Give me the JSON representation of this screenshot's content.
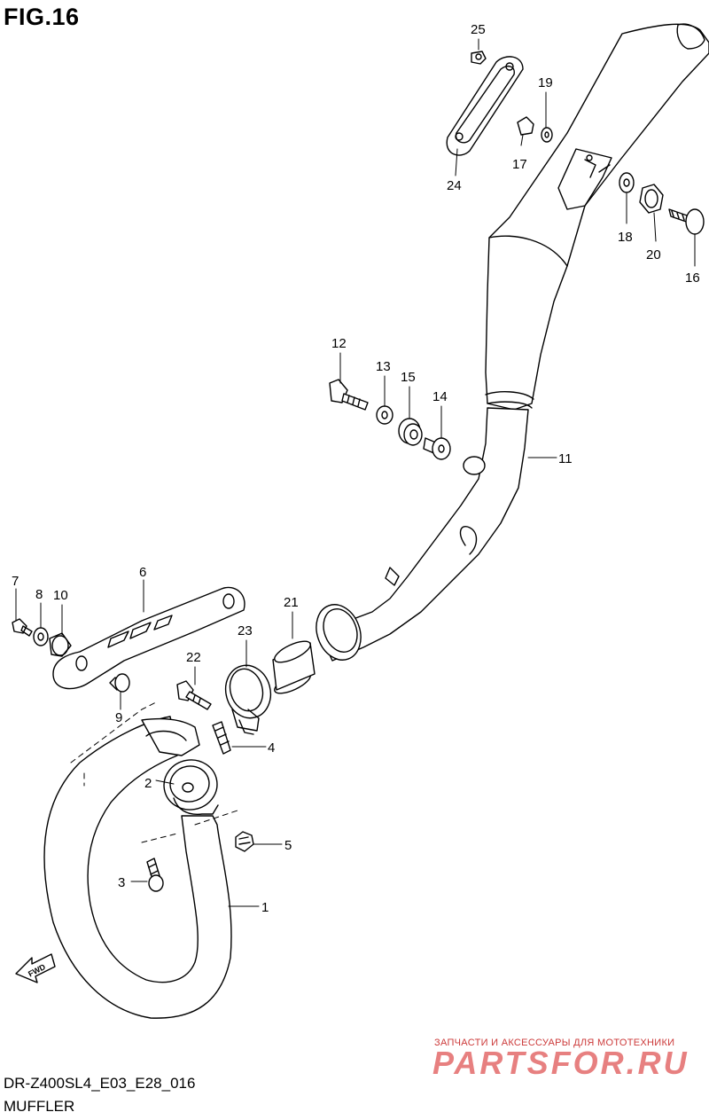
{
  "figure": {
    "title": "FIG.16",
    "code": "DR-Z400SL4_E03_E28_016",
    "section": "MUFFLER"
  },
  "direction_marker": {
    "text": "FWD"
  },
  "watermark": {
    "tagline": "ЗАПЧАСТИ И АКСЕССУАРЫ ДЛЯ МОТОТЕХНИКИ",
    "logo": "PARTSFOR.RU"
  },
  "callouts": [
    "1",
    "2",
    "3",
    "4",
    "5",
    "6",
    "7",
    "8",
    "9",
    "10",
    "11",
    "12",
    "13",
    "14",
    "15",
    "16",
    "17",
    "18",
    "19",
    "20",
    "21",
    "22",
    "23",
    "24",
    "25"
  ],
  "colors": {
    "line": "#000000",
    "watermark": "#e36b6b"
  }
}
